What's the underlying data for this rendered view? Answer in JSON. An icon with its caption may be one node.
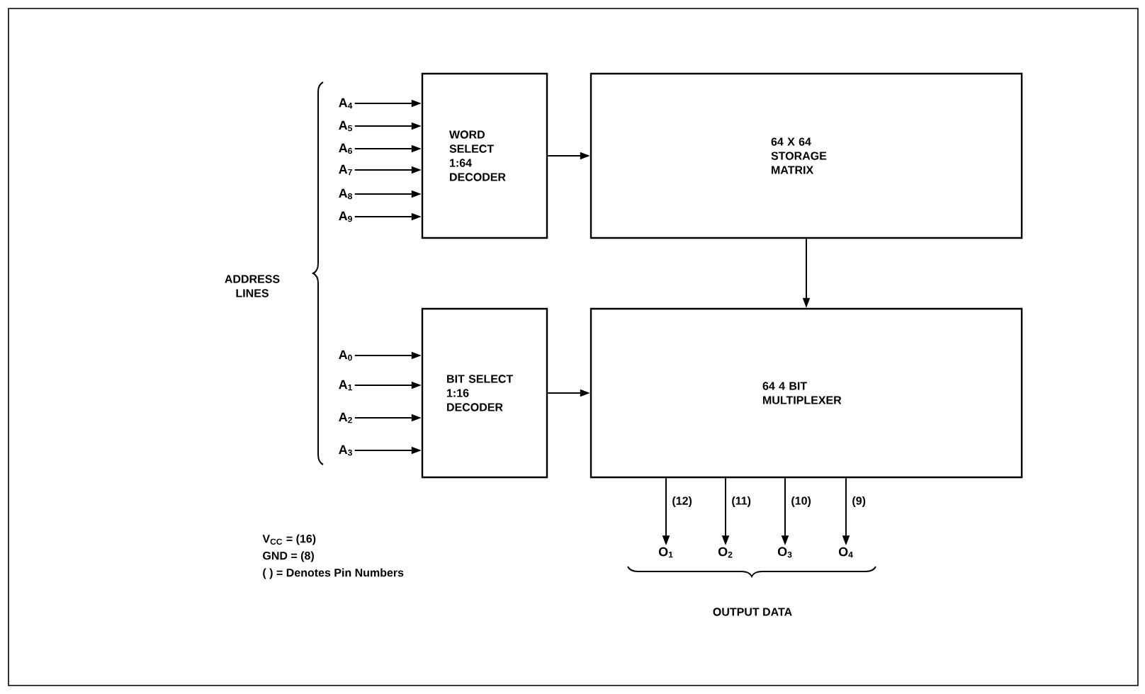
{
  "diagram": {
    "nodes": [
      {
        "text": [
          "WORD SELECT 1:64 DECODER"
        ]
      },
      {
        "text": [
          "64 X 64 STORAGE MATRIX"
        ]
      },
      {
        "text": [
          "BIT SELECT 1:16 DECODER"
        ]
      },
      {
        "text": [
          "64 4 BIT MULTIPLEXER"
        ]
      },
      {
        "text": [
          "A$_{4}$"
        ]
      },
      {
        "text": [
          "A$_{5}$"
        ]
      },
      {
        "text": [
          "A$_{6}$"
        ]
      },
      {
        "text": [
          "A$_{7}$"
        ]
      },
      {
        "text": [
          "A$_{8}$"
        ]
      },
      {
        "text": [
          "A$_{9}$"
        ]
      },
      {
        "text": [
          "A$_{0}$"
        ]
      },
      {
        "text": [
          "A$_{1}$"
        ]
      },
      {
        "text": [
          "A$_{2}$"
        ]
      },
      {
        "text": [
          "A$_{3}$"
        ]
      },
      {
        "text": [
          "O$_{1}$"
        ]
      },
      {
        "text": [
          "O$_{2}$"
        ]
      },
      {
        "text": [
          "O$_{3}$"
        ]
      },
      {
        "text": [
          "O$_{4}$"
        ]
      }
    ],
    "edges": [
      {
        "from": 4,
        "to": 0,
        "arrow": "to"
      },
      {
        "from": 5,
        "to": 0,
        "arrow": "to"
      },
      {
        "from": 6,
        "to": 0,
        "arrow": "to"
      },
      {
        "from": 7,
        "to": 0,
        "arrow": "to"
      },
      {
        "from": 8,
        "to": 0,
        "arrow": "to"
      },
      {
        "from": 9,
        "to": 0,
        "arrow": "to"
      },
      {
        "from": 10,
        "to": 2,
        "arrow": "to"
      },
      {
        "from": 11,
        "to": 2,
        "arrow": "to"
      },
      {
        "from": 12,
        "to": 2,
        "arrow": "to"
      },
      {
        "from": 13,
        "to": 2,
        "arrow": "to"
      },
      {
        "from": 0,
        "to": 1,
        "arrow": "to"
      },
      {
        "from": 2,
        "to": 3,
        "arrow": "to"
      },
      {
        "from": 1,
        "to": 3,
        "arrow": "to"
      },
      {
        "from": 3,
        "to": 14,
        "arrow": "to",
        "label": "(12)"
      },
      {
        "from": 3,
        "to": 15,
        "arrow": "to",
        "label": "(11)"
      },
      {
        "from": 3,
        "to": 16,
        "arrow": "to",
        "label": "(10)"
      },
      {
        "from": 3,
        "to": 17,
        "arrow": "to",
        "label": "(9)"
      }
    ],
    "labels": [
      "ADDRESS LINES",
      "V$_{CC}$ = (16)",
      "GND = (8)",
      "(    ) = Denotes Pin Numbers",
      "OUTPUT DATA"
    ]
  }
}
